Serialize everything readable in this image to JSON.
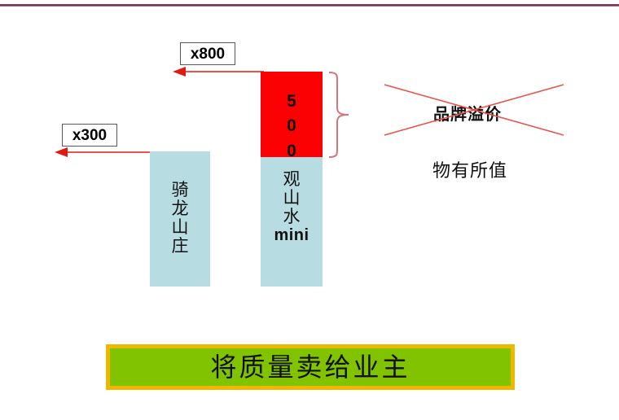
{
  "slide": {
    "background_color": "#ffffff",
    "top_rule_color": "#6d2a4e"
  },
  "callouts": [
    {
      "id": "x800",
      "label": "x800"
    },
    {
      "id": "x300",
      "label": "x300"
    }
  ],
  "bars": [
    {
      "id": "left",
      "name": "骑龙山庄",
      "characters": [
        "骑",
        "龙",
        "山",
        "庄"
      ],
      "base_color": "#b7dee3",
      "price_multiplier": "x300"
    },
    {
      "id": "right",
      "name": "观山水mini",
      "characters": [
        "观",
        "山",
        "水"
      ],
      "latin_suffix": "mini",
      "base_color": "#b7dee3",
      "premium_color": "#fb0104",
      "premium_value_digits": [
        "5",
        "0",
        "0"
      ],
      "premium_value": "500",
      "price_multiplier": "x800"
    }
  ],
  "annotations": {
    "premium_label": "品牌溢价",
    "premium_label_struck_out": true,
    "value_label": "物有所值",
    "cross_out_color": "#e8534a",
    "brace_color": "#d4747c"
  },
  "banner": {
    "text": "将质量卖给业主",
    "fill_color": "#82c300",
    "border_color": "#eeb700"
  }
}
